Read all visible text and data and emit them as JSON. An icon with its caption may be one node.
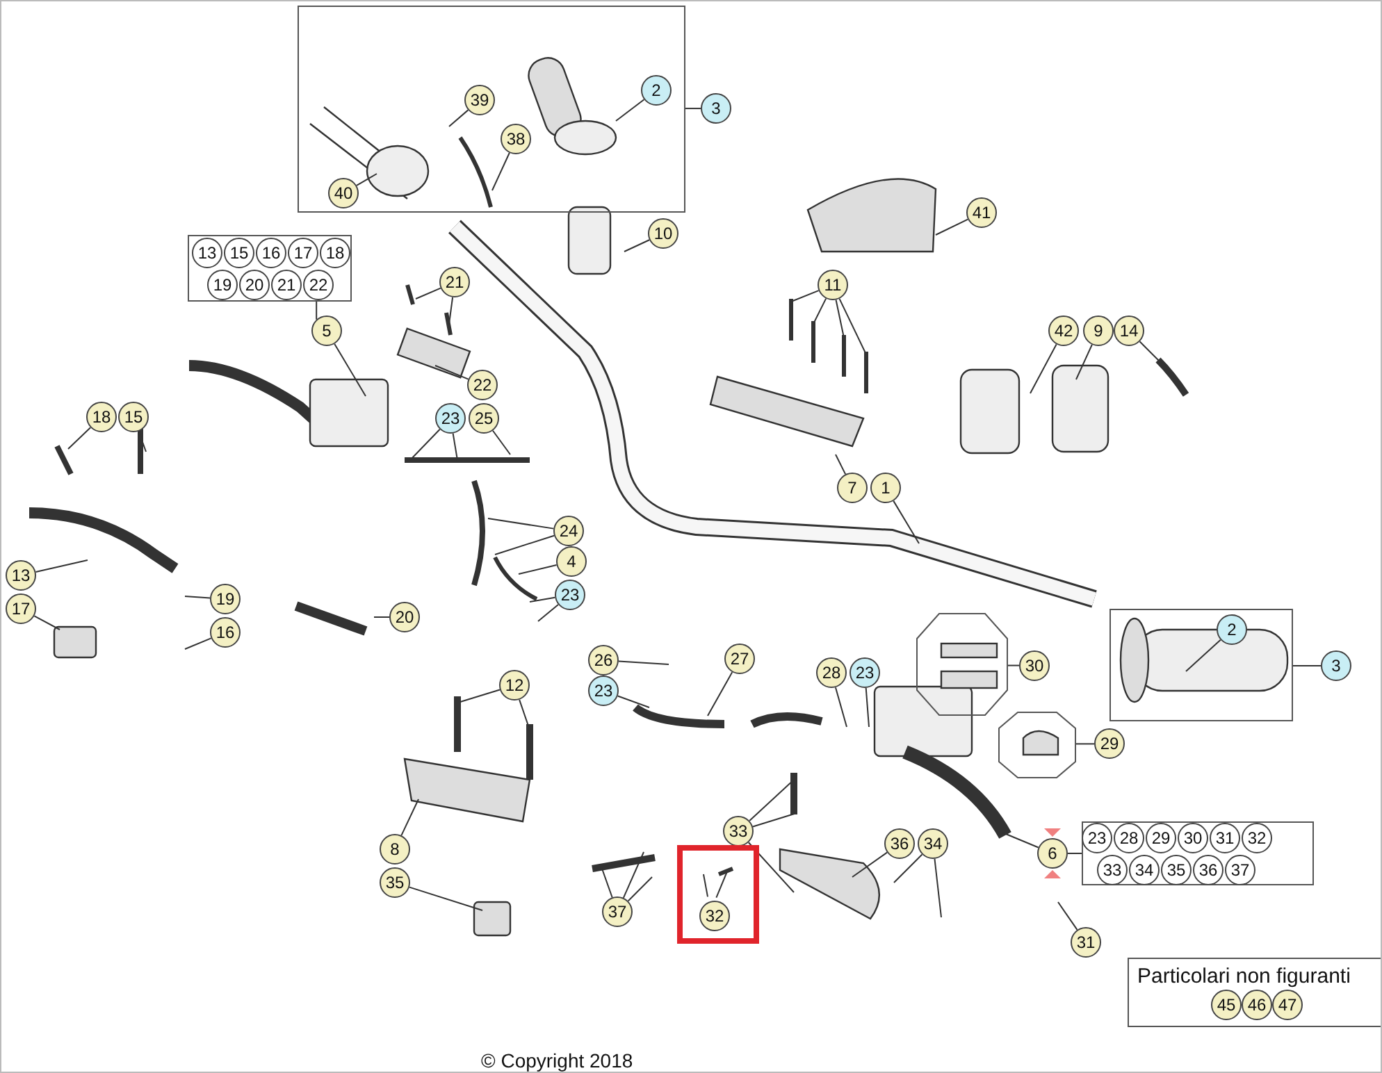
{
  "diagram": {
    "nodes": [
      {
        "text": [],
        "shape": "box"
      },
      {
        "text": [
          "39"
        ],
        "in": 0
      },
      {
        "text": [
          "2"
        ],
        "in": 0
      },
      {
        "text": [
          "3"
        ]
      },
      {
        "text": [
          "38"
        ],
        "in": 0
      },
      {
        "text": [
          "40"
        ],
        "in": 0
      },
      {
        "text": [
          "41"
        ]
      },
      {
        "text": [
          "10"
        ]
      },
      {
        "text": [],
        "shape": "box"
      },
      {
        "text": [
          "13"
        ],
        "in": 8
      },
      {
        "text": [
          "15"
        ],
        "in": 8
      },
      {
        "text": [
          "16"
        ],
        "in": 8
      },
      {
        "text": [
          "17"
        ],
        "in": 8
      },
      {
        "text": [
          "18"
        ],
        "in": 8
      },
      {
        "text": [
          "19"
        ],
        "in": 8
      },
      {
        "text": [
          "20"
        ],
        "in": 8
      },
      {
        "text": [
          "21"
        ],
        "in": 8
      },
      {
        "text": [
          "22"
        ],
        "in": 8
      },
      {
        "text": [
          "5"
        ]
      },
      {
        "text": [
          "11"
        ]
      },
      {
        "text": [
          "21"
        ]
      },
      {
        "text": [
          "42"
        ]
      },
      {
        "text": [
          "9"
        ]
      },
      {
        "text": [
          "14"
        ]
      },
      {
        "text": [
          "22"
        ]
      },
      {
        "text": [
          "18"
        ]
      },
      {
        "text": [
          "15"
        ]
      },
      {
        "text": [
          "23"
        ]
      },
      {
        "text": [
          "25"
        ]
      },
      {
        "text": [
          "7"
        ]
      },
      {
        "text": [
          "1"
        ]
      },
      {
        "text": [
          "24"
        ]
      },
      {
        "text": [
          "4"
        ]
      },
      {
        "text": [
          "13"
        ]
      },
      {
        "text": [
          "19"
        ]
      },
      {
        "text": [
          "23"
        ]
      },
      {
        "text": [
          "17"
        ]
      },
      {
        "text": [
          "20"
        ]
      },
      {
        "text": [
          "16"
        ]
      },
      {
        "text": [],
        "shape": "box"
      },
      {
        "text": [
          "2"
        ],
        "in": 39
      },
      {
        "text": [
          "3"
        ]
      },
      {
        "text": [
          "26"
        ]
      },
      {
        "text": [
          "27"
        ]
      },
      {
        "text": [
          "28"
        ]
      },
      {
        "text": [
          "23"
        ]
      },
      {
        "text": [],
        "shape": "octagon"
      },
      {
        "text": [
          "30"
        ]
      },
      {
        "text": [
          "12"
        ]
      },
      {
        "text": [
          "23"
        ]
      },
      {
        "text": [],
        "shape": "octagon"
      },
      {
        "text": [
          "29"
        ]
      },
      {
        "text": [
          "33"
        ]
      },
      {
        "text": [
          "36"
        ]
      },
      {
        "text": [
          "34"
        ]
      },
      {
        "text": [
          "6"
        ]
      },
      {
        "text": [],
        "shape": "box"
      },
      {
        "text": [
          "23"
        ],
        "in": 56
      },
      {
        "text": [
          "28"
        ],
        "in": 56
      },
      {
        "text": [
          "29"
        ],
        "in": 56
      },
      {
        "text": [
          "30"
        ],
        "in": 56
      },
      {
        "text": [
          "31"
        ],
        "in": 56
      },
      {
        "text": [
          "32"
        ],
        "in": 56
      },
      {
        "text": [
          "33"
        ],
        "in": 56
      },
      {
        "text": [
          "34"
        ],
        "in": 56
      },
      {
        "text": [
          "35"
        ],
        "in": 56
      },
      {
        "text": [
          "36"
        ],
        "in": 56
      },
      {
        "text": [
          "37"
        ],
        "in": 56
      },
      {
        "text": [
          "8"
        ]
      },
      {
        "text": [],
        "shape": "box"
      },
      {
        "text": [
          "37"
        ]
      },
      {
        "text": [
          "32"
        ],
        "in": 69
      },
      {
        "text": [
          "35"
        ]
      },
      {
        "text": [
          "31"
        ]
      },
      {
        "text": [
          "Particolari non figuranti"
        ]
      },
      {
        "text": [
          "45"
        ],
        "in": 74
      },
      {
        "text": [
          "46"
        ],
        "in": 74
      },
      {
        "text": [
          "47"
        ],
        "in": 74
      }
    ],
    "edges": [
      {
        "from": 3,
        "to": 0,
        "arrow": "none"
      },
      {
        "from": 1,
        "to": null,
        "arrow": "none"
      },
      {
        "from": 2,
        "to": null,
        "arrow": "none"
      },
      {
        "from": 4,
        "to": null,
        "arrow": "none"
      },
      {
        "from": 5,
        "to": null,
        "arrow": "none"
      },
      {
        "from": 6,
        "to": null,
        "arrow": "none"
      },
      {
        "from": 7,
        "to": null,
        "arrow": "none"
      },
      {
        "from": 18,
        "to": 8,
        "arrow": "none"
      },
      {
        "from": 18,
        "to": null,
        "arrow": "none"
      },
      {
        "from": 19,
        "to": null,
        "arrow": "none"
      },
      {
        "from": 19,
        "to": null,
        "arrow": "none"
      },
      {
        "from": 19,
        "to": null,
        "arrow": "none"
      },
      {
        "from": 19,
        "to": null,
        "arrow": "none"
      },
      {
        "from": 20,
        "to": null,
        "arrow": "none"
      },
      {
        "from": 20,
        "to": null,
        "arrow": "none"
      },
      {
        "from": 21,
        "to": null,
        "arrow": "none"
      },
      {
        "from": 22,
        "to": null,
        "arrow": "none"
      },
      {
        "from": 23,
        "to": null,
        "arrow": "none"
      },
      {
        "from": 24,
        "to": null,
        "arrow": "none"
      },
      {
        "from": 25,
        "to": null,
        "arrow": "none"
      },
      {
        "from": 26,
        "to": null,
        "arrow": "none"
      },
      {
        "from": 27,
        "to": null,
        "arrow": "none"
      },
      {
        "from": 27,
        "to": null,
        "arrow": "none"
      },
      {
        "from": 28,
        "to": null,
        "arrow": "none"
      },
      {
        "from": 29,
        "to": null,
        "arrow": "none"
      },
      {
        "from": 30,
        "to": null,
        "arrow": "none"
      },
      {
        "from": 31,
        "to": null,
        "arrow": "none"
      },
      {
        "from": 31,
        "to": null,
        "arrow": "none"
      },
      {
        "from": 32,
        "to": null,
        "arrow": "none"
      },
      {
        "from": 33,
        "to": null,
        "arrow": "none"
      },
      {
        "from": 34,
        "to": null,
        "arrow": "none"
      },
      {
        "from": 35,
        "to": null,
        "arrow": "none"
      },
      {
        "from": 35,
        "to": null,
        "arrow": "none"
      },
      {
        "from": 36,
        "to": null,
        "arrow": "none"
      },
      {
        "from": 37,
        "to": null,
        "arrow": "none"
      },
      {
        "from": 38,
        "to": null,
        "arrow": "none"
      },
      {
        "from": 40,
        "to": null,
        "arrow": "none"
      },
      {
        "from": 41,
        "to": 39,
        "arrow": "none"
      },
      {
        "from": 42,
        "to": null,
        "arrow": "none"
      },
      {
        "from": 43,
        "to": null,
        "arrow": "none"
      },
      {
        "from": 44,
        "to": null,
        "arrow": "none"
      },
      {
        "from": 45,
        "to": null,
        "arrow": "none"
      },
      {
        "from": 47,
        "to": 46,
        "arrow": "none"
      },
      {
        "from": 48,
        "to": null,
        "arrow": "none"
      },
      {
        "from": 48,
        "to": null,
        "arrow": "none"
      },
      {
        "from": 49,
        "to": null,
        "arrow": "none"
      },
      {
        "from": 51,
        "to": 50,
        "arrow": "none"
      },
      {
        "from": 52,
        "to": null,
        "arrow": "none"
      },
      {
        "from": 52,
        "to": null,
        "arrow": "none"
      },
      {
        "from": 52,
        "to": null,
        "arrow": "none"
      },
      {
        "from": 53,
        "to": null,
        "arrow": "none"
      },
      {
        "from": 54,
        "to": null,
        "arrow": "none"
      },
      {
        "from": 54,
        "to": null,
        "arrow": "none"
      },
      {
        "from": 55,
        "to": 56,
        "arrow": "none"
      },
      {
        "from": 55,
        "to": null,
        "arrow": "none"
      },
      {
        "from": 68,
        "to": null,
        "arrow": "none"
      },
      {
        "from": 70,
        "to": null,
        "arrow": "none"
      },
      {
        "from": 70,
        "to": null,
        "arrow": "none"
      },
      {
        "from": 70,
        "to": null,
        "arrow": "none"
      },
      {
        "from": 71,
        "to": null,
        "arrow": "none"
      },
      {
        "from": 71,
        "to": null,
        "arrow": "none"
      },
      {
        "from": 72,
        "to": null,
        "arrow": "none"
      },
      {
        "from": 73,
        "to": null,
        "arrow": "none"
      }
    ],
    "labels": [
      "© Copyright 2018"
    ]
  }
}
